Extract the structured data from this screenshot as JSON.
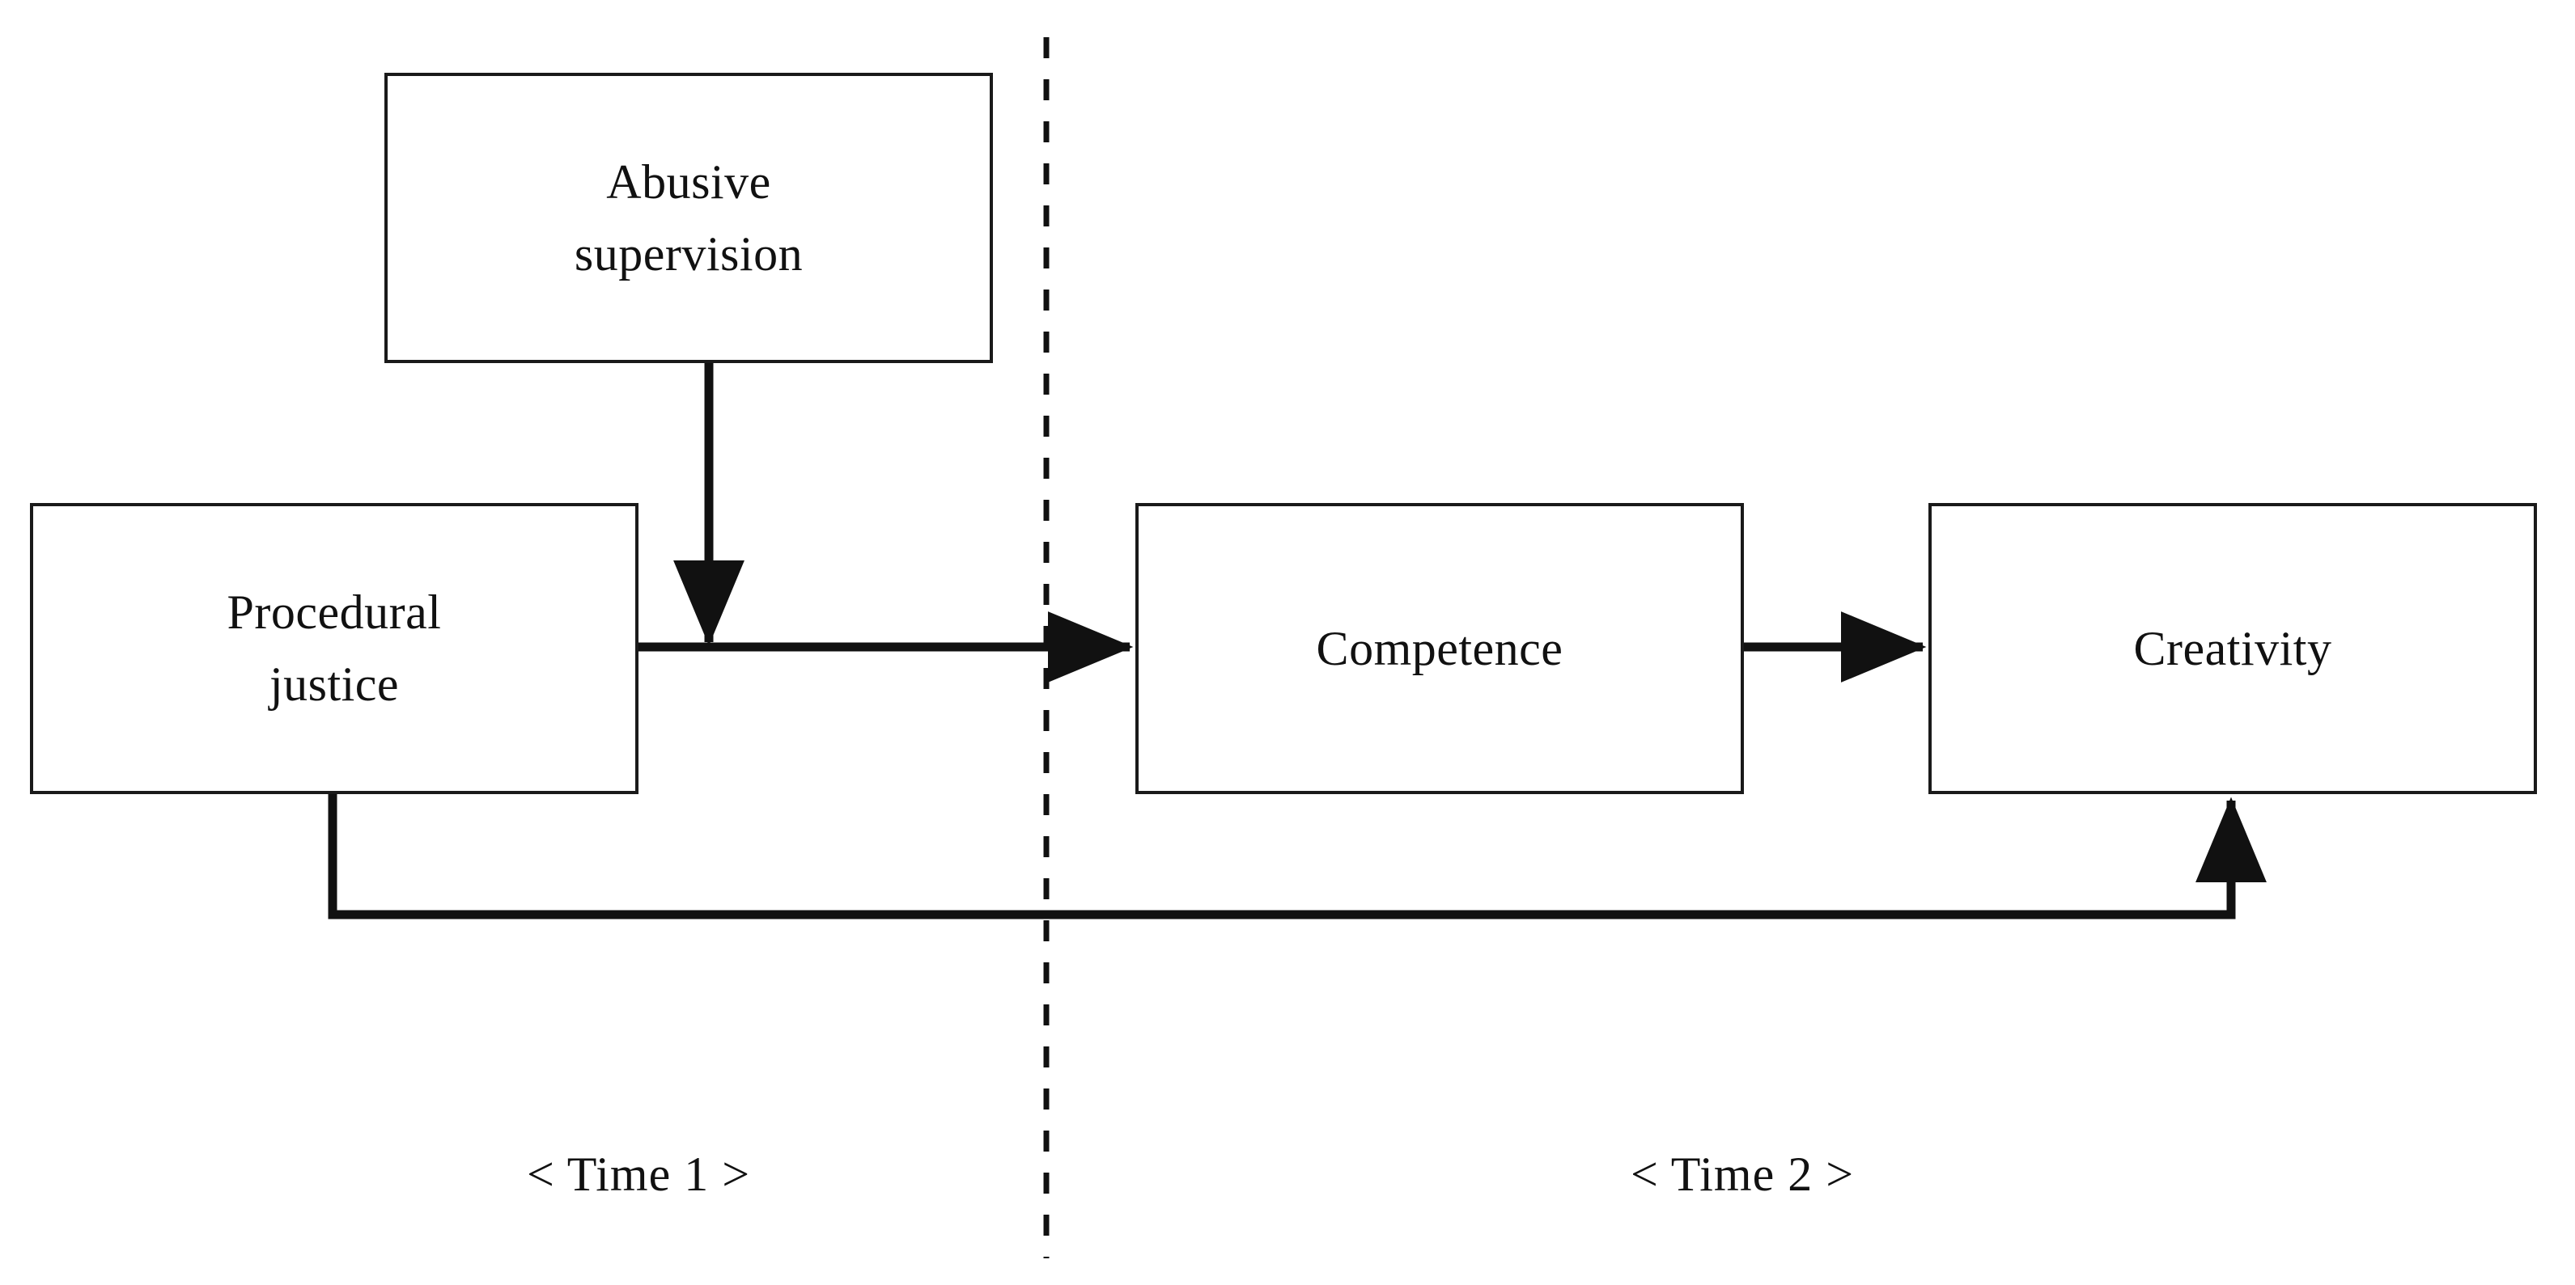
{
  "diagram": {
    "type": "research-model-path-diagram",
    "background_color": "#ffffff",
    "stroke_color": "#111111",
    "nodes": [
      {
        "id": "abusive-supervision",
        "lines": [
          "Abusive",
          "supervision"
        ],
        "time_phase": "Time 1"
      },
      {
        "id": "procedural-justice",
        "lines": [
          "Procedural",
          "justice"
        ],
        "time_phase": "Time 1"
      },
      {
        "id": "competence",
        "lines": [
          "Competence"
        ],
        "time_phase": "Time 2"
      },
      {
        "id": "creativity",
        "lines": [
          "Creativity"
        ],
        "time_phase": "Time 2"
      }
    ],
    "edges": [
      {
        "id": "abusive-supervision-to-path",
        "from": "abusive-supervision",
        "to": "procedural-justice-to-competence",
        "style": "solid",
        "arrowhead": "filled-triangle",
        "direction": "down",
        "meaning": "moderation"
      },
      {
        "id": "procedural-justice-to-competence",
        "from": "procedural-justice",
        "to": "competence",
        "style": "solid",
        "arrowhead": "filled-triangle",
        "direction": "right"
      },
      {
        "id": "competence-to-creativity",
        "from": "competence",
        "to": "creativity",
        "style": "solid",
        "arrowhead": "filled-triangle",
        "direction": "right"
      },
      {
        "id": "procedural-justice-to-creativity",
        "from": "procedural-justice",
        "to": "creativity",
        "style": "solid-elbow",
        "arrowhead": "filled-triangle",
        "direction": "up"
      }
    ],
    "divider": {
      "id": "time-divider",
      "orientation": "vertical",
      "style": "dashed"
    },
    "time_labels": {
      "time_1": "< Time 1 >",
      "time_2": "< Time 2 >"
    }
  }
}
